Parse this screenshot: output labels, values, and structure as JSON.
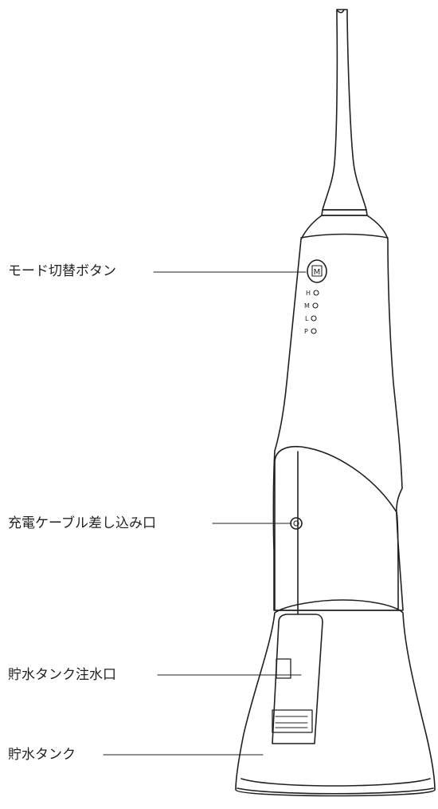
{
  "labels": {
    "mode_switch_button": "モード切替ボタン",
    "charging_port": "充電ケーブル差し込み口",
    "tank_inlet": "貯水タンク注水口",
    "water_tank": "貯水タンク"
  },
  "button": {
    "letter": "M"
  },
  "indicators": [
    {
      "letter": "H"
    },
    {
      "letter": "M"
    },
    {
      "letter": "L"
    },
    {
      "letter": "P"
    }
  ],
  "colors": {
    "line": "#231f20",
    "background": "#ffffff"
  }
}
